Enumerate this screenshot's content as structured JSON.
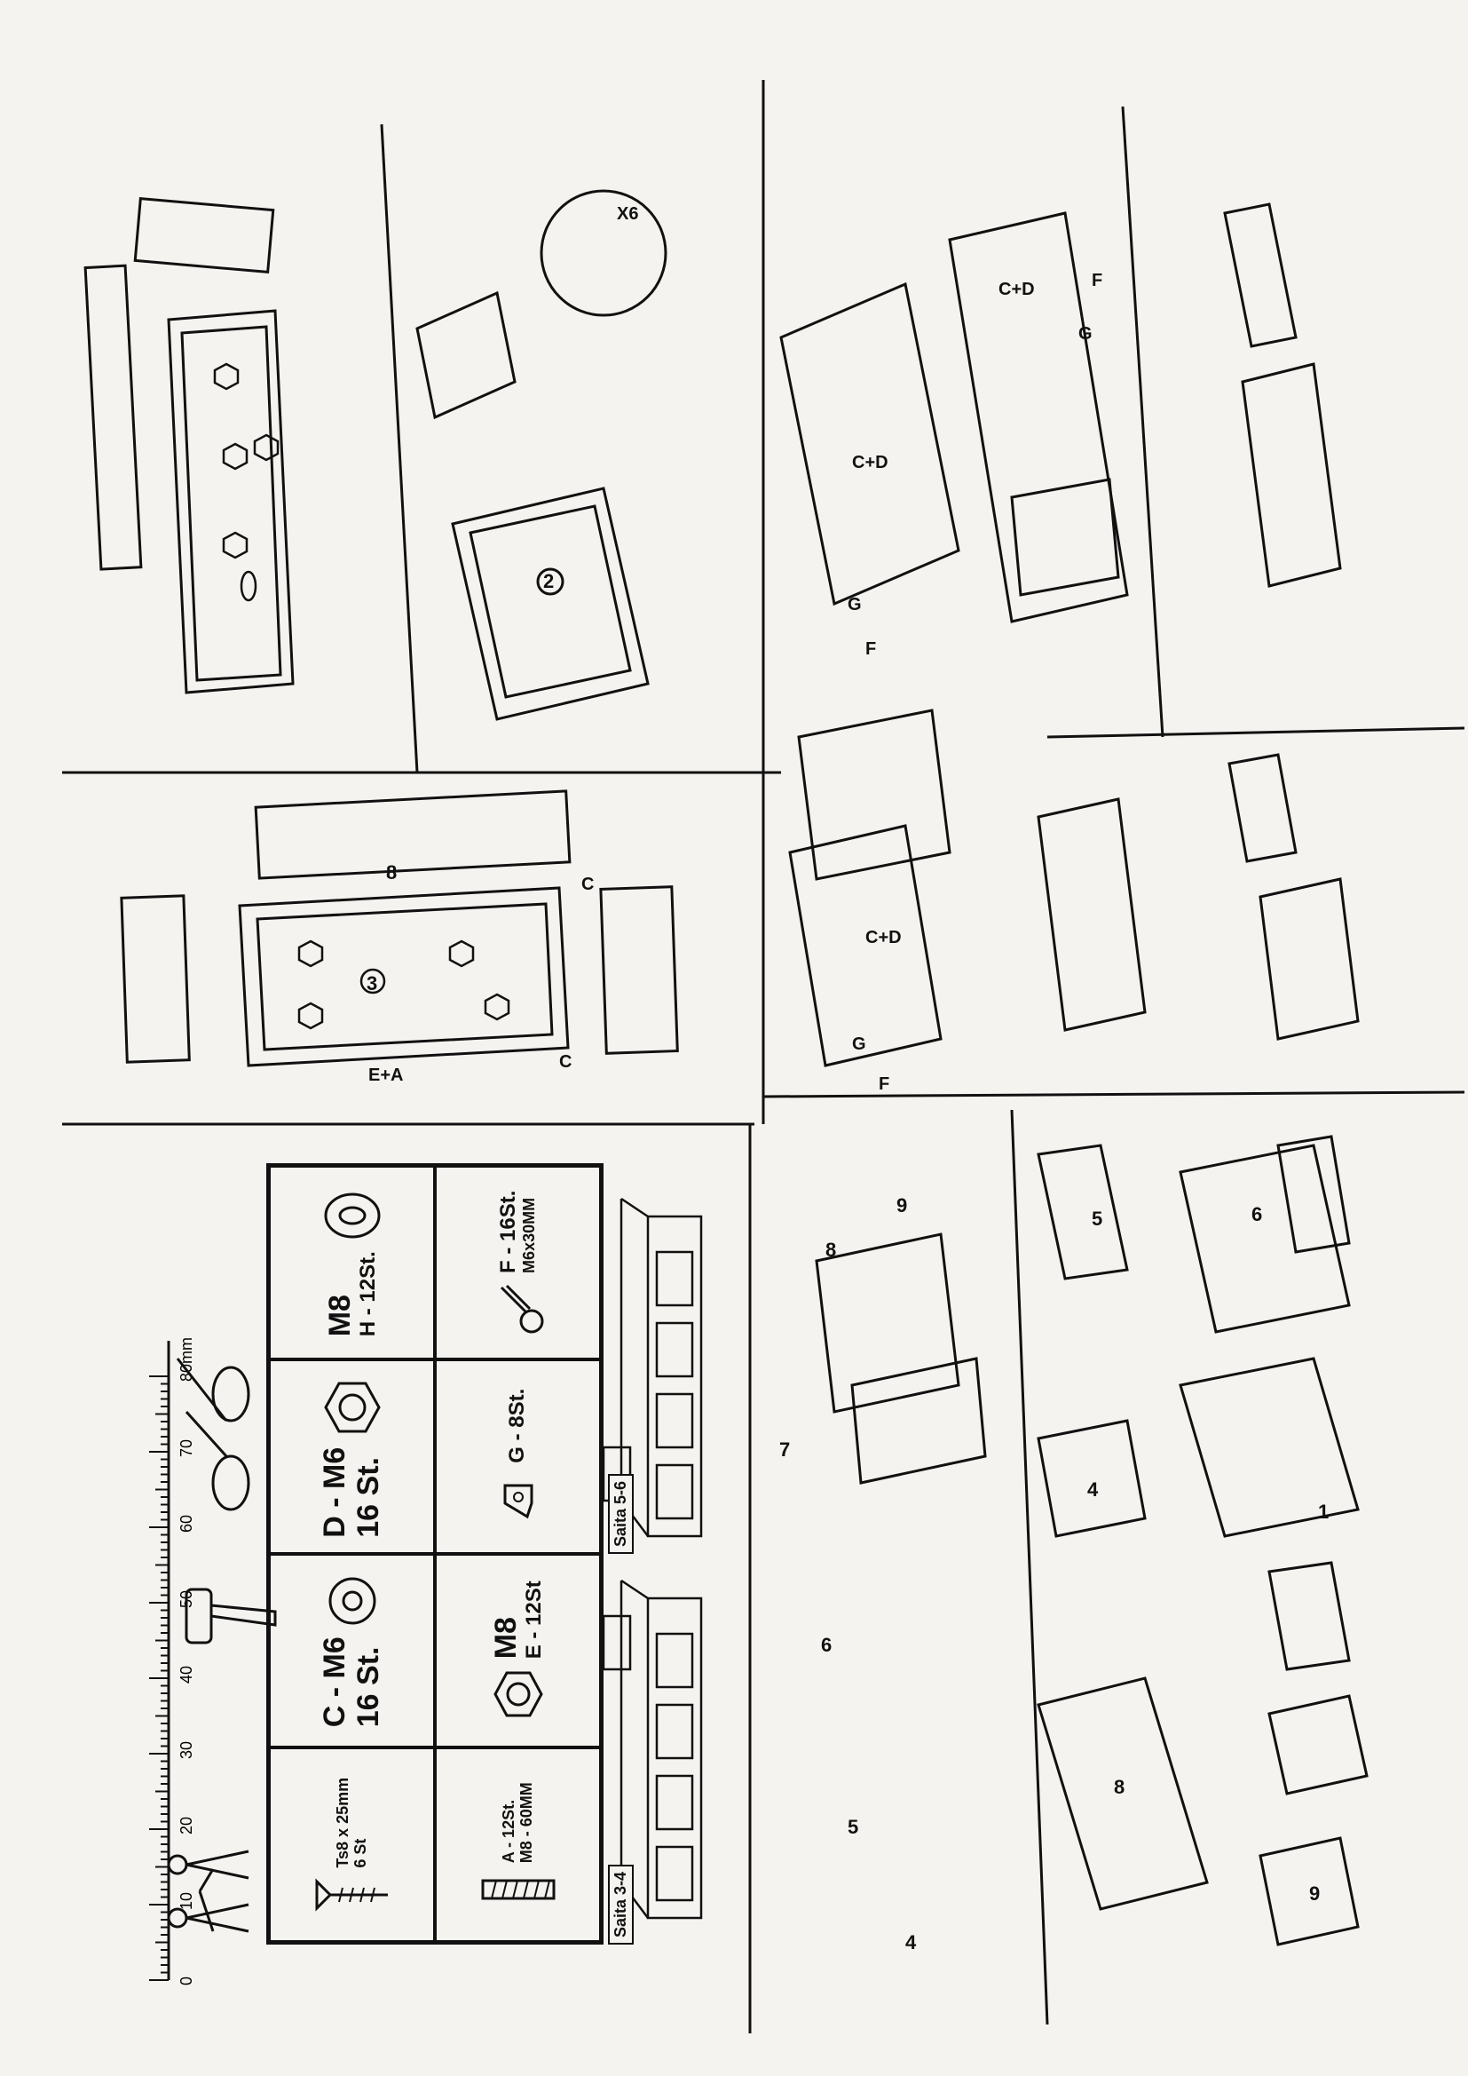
{
  "toolbox": {
    "ruler_ticks": [
      "0",
      "10",
      "20",
      "30",
      "40",
      "50",
      "60",
      "70",
      "80mm"
    ]
  },
  "parts": {
    "screw": {
      "line1": "Ts8 x 25mm",
      "line2": "6 St"
    },
    "washer_c": {
      "line1": "C - M6",
      "line2": "16 St."
    },
    "nut_d": {
      "line1": "D - M6",
      "line2": "16 St."
    },
    "washer_h": {
      "line1": "M8",
      "line2": "H - 12St."
    },
    "threaded_rod": {
      "line1": "A - 12St.",
      "line2": "M8 - 60MM"
    },
    "nut_e": {
      "line1": "M8",
      "line2": "E - 12St"
    },
    "bracket_g": {
      "line1": "G - 8St."
    },
    "bolt_f": {
      "line1": "F - 16St.",
      "line2": "M6x30MM"
    }
  },
  "saita": {
    "left": "Saita 3-4",
    "right": "Saita 5-6"
  },
  "steps": {
    "assembly_nums": [
      "4",
      "5",
      "6",
      "7",
      "8",
      "9"
    ],
    "panel_nums": [
      "5",
      "4",
      "1",
      "6",
      "8",
      "9"
    ],
    "mid_top_label": "3",
    "mid_panel_label": "8",
    "labels": {
      "e_a": "E+A",
      "c": "C",
      "cd": "C+D",
      "g": "G",
      "f": "F",
      "x6": "X6",
      "two": "2"
    }
  }
}
